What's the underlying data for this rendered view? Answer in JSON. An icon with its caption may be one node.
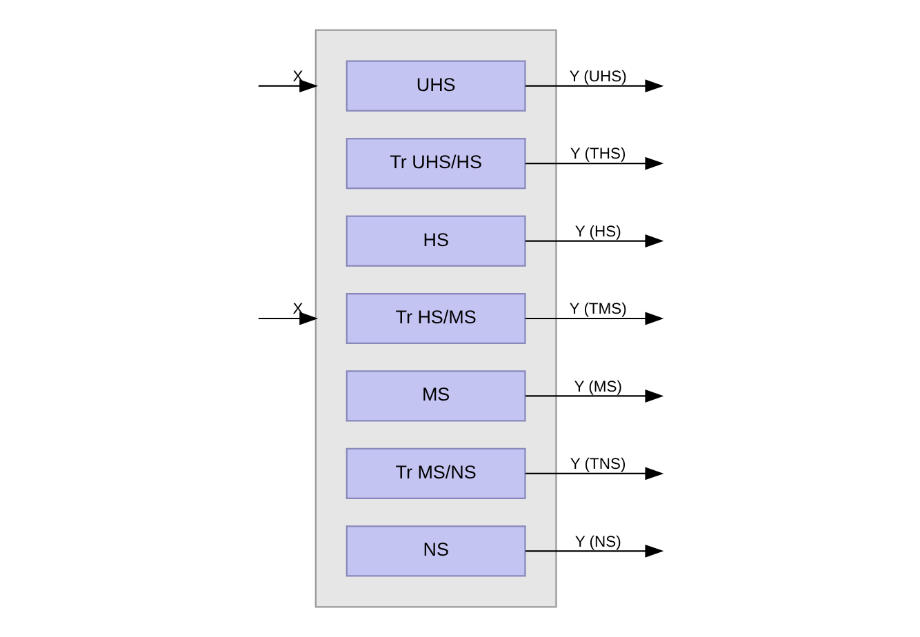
{
  "diagram": {
    "nodes": [
      {
        "text": [],
        "shape": "box"
      },
      {
        "text": [
          "UHS"
        ],
        "in": 0
      },
      {
        "text": [
          "Tr UHS/HS"
        ],
        "in": 0
      },
      {
        "text": [
          "HS"
        ],
        "in": 0
      },
      {
        "text": [
          "Tr HS/MS"
        ],
        "in": 0
      },
      {
        "text": [
          "MS"
        ],
        "in": 0
      },
      {
        "text": [
          "Tr MS/NS"
        ],
        "in": 0
      },
      {
        "text": [
          "NS"
        ],
        "in": 0
      }
    ],
    "edges": [
      {
        "from": null,
        "to": 0,
        "arrow": "to",
        "label": "X"
      },
      {
        "from": null,
        "to": 0,
        "arrow": "to",
        "label": "X"
      },
      {
        "from": 1,
        "to": null,
        "arrow": "to",
        "label": "Y (UHS)"
      },
      {
        "from": 2,
        "to": null,
        "arrow": "to",
        "label": "Y (THS)"
      },
      {
        "from": 3,
        "to": null,
        "arrow": "to",
        "label": "Y (HS)"
      },
      {
        "from": 4,
        "to": null,
        "arrow": "to",
        "label": "Y (TMS)"
      },
      {
        "from": 5,
        "to": null,
        "arrow": "to",
        "label": "Y (MS)"
      },
      {
        "from": 6,
        "to": null,
        "arrow": "to",
        "label": "Y (TNS)"
      },
      {
        "from": 7,
        "to": null,
        "arrow": "to",
        "label": "Y (NS)"
      }
    ]
  }
}
